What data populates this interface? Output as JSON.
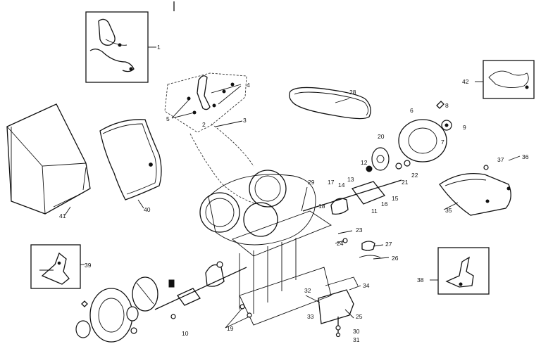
{
  "callouts": [
    "1",
    "2",
    "3",
    "4",
    "5",
    "6",
    "7",
    "8",
    "9",
    "10",
    "11",
    "12",
    "13",
    "14",
    "15",
    "16",
    "17",
    "18",
    "19",
    "20",
    "21",
    "22",
    "23",
    "24",
    "25",
    "26",
    "27",
    "28",
    "29",
    "30",
    "31",
    "32",
    "33",
    "34",
    "35",
    "36",
    "37",
    "38",
    "39",
    "40",
    "41",
    "42"
  ],
  "inset_boxes": [
    "inset-1",
    "inset-39",
    "inset-42",
    "inset-38"
  ],
  "colors": {
    "ink": "#111111",
    "paper": "#ffffff"
  }
}
